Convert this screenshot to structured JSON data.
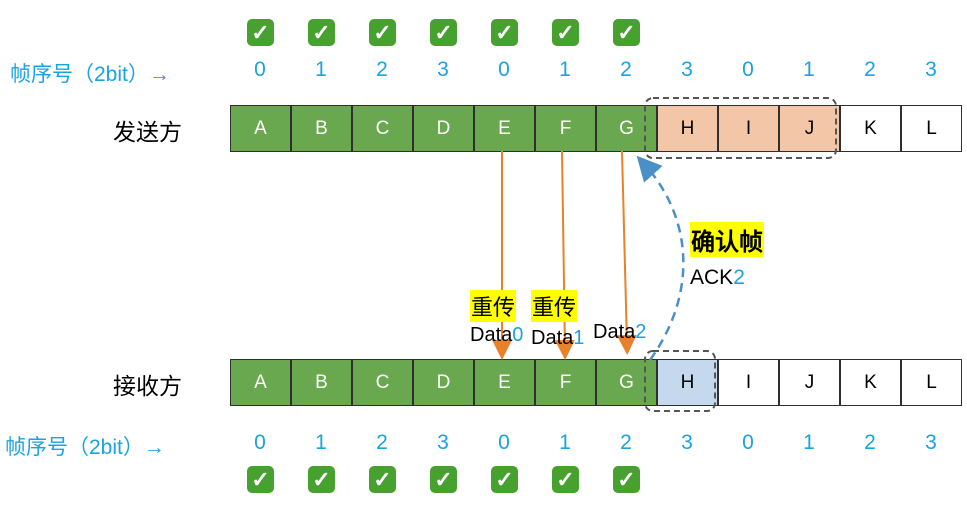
{
  "seq_label": "帧序号（2bit）→",
  "sender_label": "发送方",
  "receiver_label": "接收方",
  "seq_numbers": [
    "0",
    "1",
    "2",
    "3",
    "0",
    "1",
    "2",
    "3",
    "0",
    "1",
    "2",
    "3"
  ],
  "frames": [
    "A",
    "B",
    "C",
    "D",
    "E",
    "F",
    "G",
    "H",
    "I",
    "J",
    "K",
    "L"
  ],
  "check_glyph": "✓",
  "annotations": {
    "ack_title": "确认帧",
    "ack_prefix": "ACK",
    "ack_num": "2",
    "resend_1": "重传",
    "resend_2": "重传",
    "data_prefix": "Data",
    "data_0": "0",
    "data_1": "1",
    "data_2": "2"
  },
  "colors": {
    "acked": "#6aa84f",
    "sender_window": "#f4c6a8",
    "receiver_window": "#c5d9ee",
    "arrow_orange": "#e8822a",
    "arrow_blue": "#4a90c8",
    "seq_blue": "#1aa3e0"
  }
}
